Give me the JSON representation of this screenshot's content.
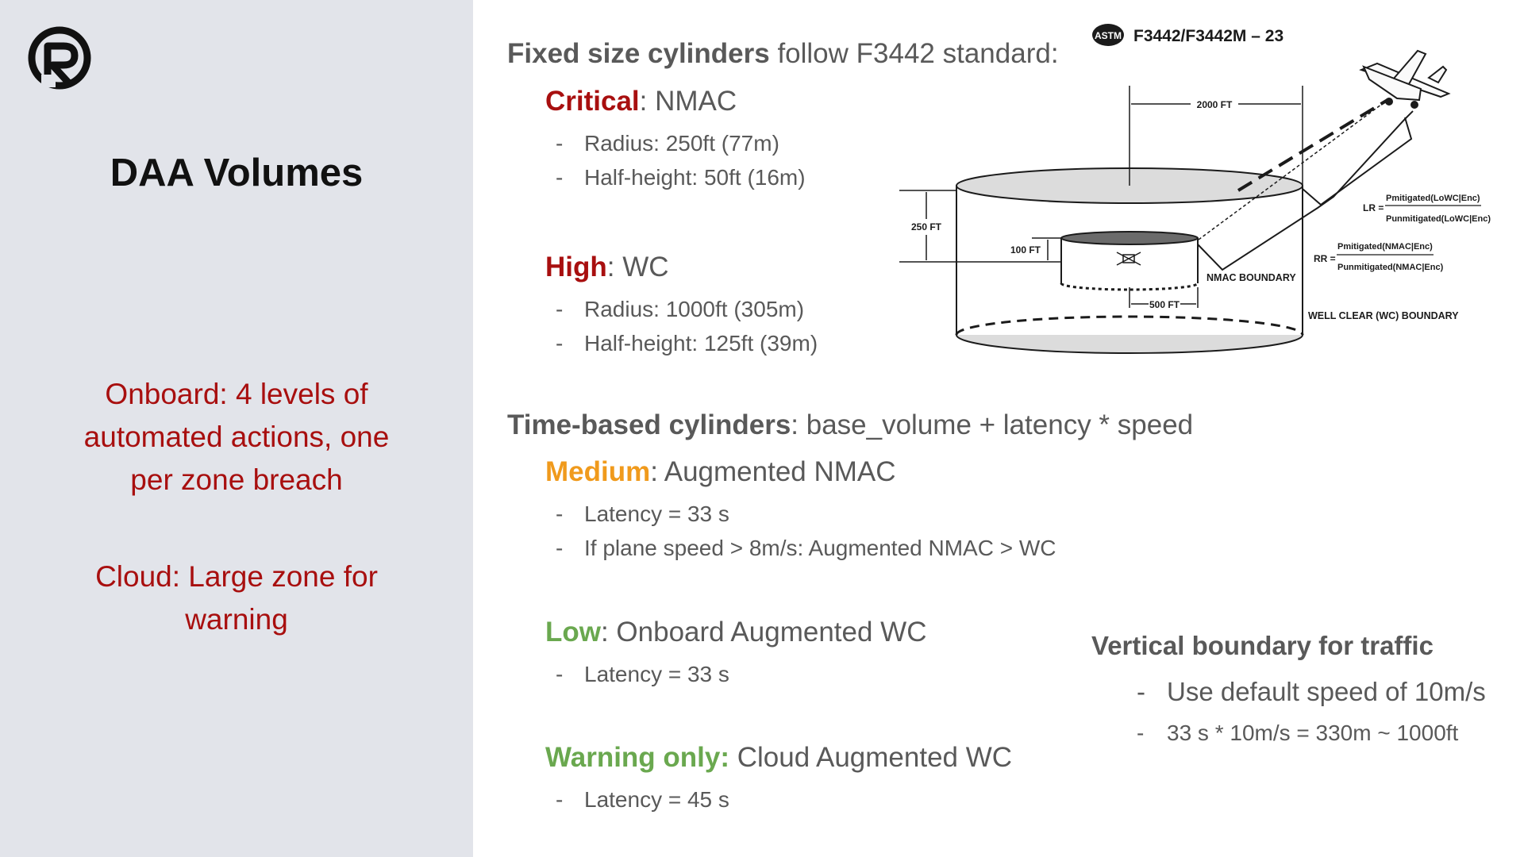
{
  "sidebar": {
    "title": "DAA Volumes",
    "onboard_note": [
      "Onboard: 4 levels of",
      "automated actions, one",
      "per zone breach"
    ],
    "cloud_note": [
      "Cloud: Large zone for",
      "warning"
    ]
  },
  "fixed": {
    "heading_bold": "Fixed size cylinders",
    "heading_rest": " follow F3442 standard:",
    "critical": {
      "label": "Critical",
      "rest": ": NMAC",
      "color": "#a80f0f",
      "bullets": [
        "Radius: 250ft (77m)",
        "Half-height: 50ft (16m)"
      ]
    },
    "high": {
      "label": "High",
      "rest": ": WC",
      "color": "#a80f0f",
      "bullets": [
        "Radius: 1000ft (305m)",
        "Half-height: 125ft (39m)"
      ]
    }
  },
  "timebased": {
    "heading_bold": "Time-based cylinders",
    "heading_rest": ": base_volume + latency * speed",
    "medium": {
      "label": "Medium",
      "rest": ": Augmented NMAC",
      "color": "#f09a1c",
      "bullets": [
        "Latency = 33 s",
        "If plane speed > 8m/s: Augmented NMAC > WC"
      ]
    },
    "low": {
      "label": "Low",
      "rest": ": Onboard Augmented WC",
      "color": "#6aa84f",
      "bullets": [
        "Latency = 33 s"
      ]
    },
    "warning": {
      "label": "Warning only:",
      "rest": " Cloud Augmented WC",
      "color": "#6aa84f",
      "bullets": [
        "Latency = 45 s"
      ]
    }
  },
  "vertical": {
    "heading": "Vertical boundary for traffic",
    "bullets": [
      "Use default speed of 10m/s",
      "33 s * 10m/s = 330m ~ 1000ft"
    ]
  },
  "diagram": {
    "standard_logo": "ASTM",
    "standard_id": "F3442/F3442M – 23",
    "dim_2000": "2000 FT",
    "dim_250": "250 FT",
    "dim_100": "100 FT",
    "dim_500": "500 FT",
    "nmac_boundary": "NMAC BOUNDARY",
    "wc_boundary": "WELL CLEAR (WC) BOUNDARY",
    "lr_label": "LR =",
    "lr_num": "Pmitigated(LoWC|Enc)",
    "lr_den": "Punmitigated(LoWC|Enc)",
    "rr_label": "RR =",
    "rr_num": "Pmitigated(NMAC|Enc)",
    "rr_den": "Punmitigated(NMAC|Enc)"
  },
  "icons": {
    "logo": "company-logo-icon",
    "aircraft": "airplane-icon",
    "drone": "drone-icon"
  }
}
